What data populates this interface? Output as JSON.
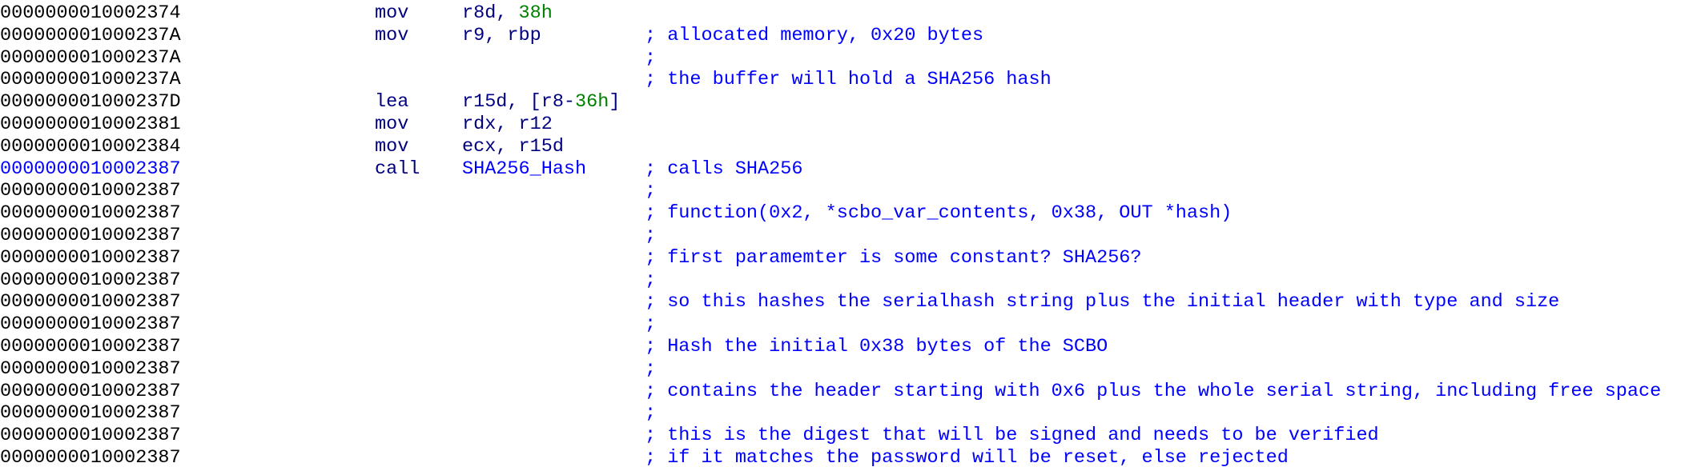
{
  "colors": {
    "address": "#000000",
    "address_current": "#0000ff",
    "mnemonic": "#000080",
    "number": "#008000",
    "comment": "#0000ff"
  },
  "rows": [
    {
      "addr": "0000000010002374",
      "mn": "mov",
      "op": [
        {
          "t": "r8d, ",
          "k": "plain"
        },
        {
          "t": "38h",
          "k": "num"
        }
      ],
      "cm": ""
    },
    {
      "addr": "000000001000237A",
      "mn": "mov",
      "op": [
        {
          "t": "r9, rbp",
          "k": "plain"
        }
      ],
      "cm": "; allocated memory, 0x20 bytes"
    },
    {
      "addr": "000000001000237A",
      "mn": "",
      "op": [],
      "cm": ";"
    },
    {
      "addr": "000000001000237A",
      "mn": "",
      "op": [],
      "cm": "; the buffer will hold a SHA256 hash"
    },
    {
      "addr": "000000001000237D",
      "mn": "lea",
      "op": [
        {
          "t": "r15d, [r8-",
          "k": "plain"
        },
        {
          "t": "36h",
          "k": "num"
        },
        {
          "t": "]",
          "k": "plain"
        }
      ],
      "cm": ""
    },
    {
      "addr": "0000000010002381",
      "mn": "mov",
      "op": [
        {
          "t": "rdx, r12",
          "k": "plain"
        }
      ],
      "cm": ""
    },
    {
      "addr": "0000000010002384",
      "mn": "mov",
      "op": [
        {
          "t": "ecx, r15d",
          "k": "plain"
        }
      ],
      "cm": ""
    },
    {
      "addr": "0000000010002387",
      "hl": true,
      "mn": "call",
      "op": [
        {
          "t": "SHA256_Hash",
          "k": "name"
        }
      ],
      "cm": "; calls SHA256"
    },
    {
      "addr": "0000000010002387",
      "mn": "",
      "op": [],
      "cm": ";"
    },
    {
      "addr": "0000000010002387",
      "mn": "",
      "op": [],
      "cm": "; function(0x2, *scbo_var_contents, 0x38, OUT *hash)"
    },
    {
      "addr": "0000000010002387",
      "mn": "",
      "op": [],
      "cm": ";"
    },
    {
      "addr": "0000000010002387",
      "mn": "",
      "op": [],
      "cm": "; first paramemter is some constant? SHA256?"
    },
    {
      "addr": "0000000010002387",
      "mn": "",
      "op": [],
      "cm": ";"
    },
    {
      "addr": "0000000010002387",
      "mn": "",
      "op": [],
      "cm": "; so this hashes the serialhash string plus the initial header with type and size"
    },
    {
      "addr": "0000000010002387",
      "mn": "",
      "op": [],
      "cm": ";"
    },
    {
      "addr": "0000000010002387",
      "mn": "",
      "op": [],
      "cm": "; Hash the initial 0x38 bytes of the SCBO"
    },
    {
      "addr": "0000000010002387",
      "mn": "",
      "op": [],
      "cm": ";"
    },
    {
      "addr": "0000000010002387",
      "mn": "",
      "op": [],
      "cm": "; contains the header starting with 0x6 plus the whole serial string, including free space"
    },
    {
      "addr": "0000000010002387",
      "mn": "",
      "op": [],
      "cm": ";"
    },
    {
      "addr": "0000000010002387",
      "mn": "",
      "op": [],
      "cm": "; this is the digest that will be signed and needs to be verified"
    },
    {
      "addr": "0000000010002387",
      "mn": "",
      "op": [],
      "cm": "; if it matches the password will be reset, else rejected"
    }
  ]
}
